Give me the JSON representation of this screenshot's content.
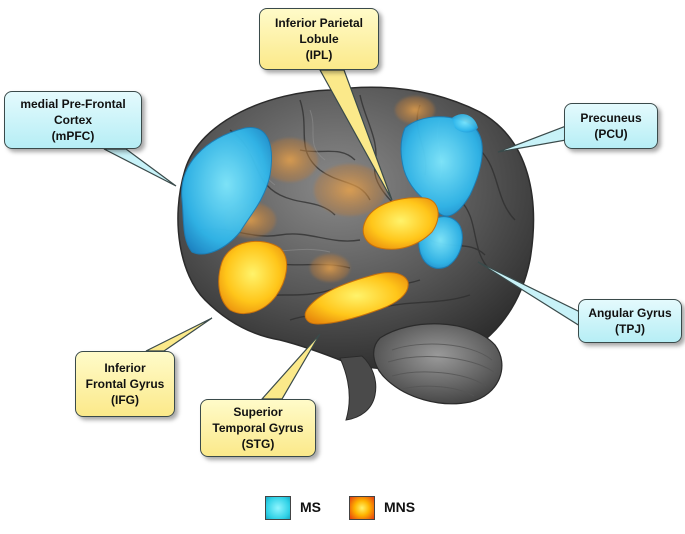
{
  "labels": {
    "ipl": [
      "Inferior Parietal",
      "Lobule",
      "(IPL)"
    ],
    "mpfc": [
      "medial Pre-Frontal",
      "Cortex",
      "(mPFC)"
    ],
    "pcu": [
      "Precuneus",
      "(PCU)"
    ],
    "tpj": [
      "Angular Gyrus",
      "(TPJ)"
    ],
    "ifg": [
      "Inferior",
      "Frontal Gyrus",
      "(IFG)"
    ],
    "stg": [
      "Superior",
      "Temporal Gyrus",
      "(STG)"
    ]
  },
  "legend": {
    "ms": {
      "label": "MS",
      "color": "#2fd1e6"
    },
    "mns": {
      "label": "MNS",
      "color": "#ffb400"
    }
  },
  "colors": {
    "brain": "#5a5a5a",
    "ms_region": "#38c8ee",
    "mns_region": "#ffc20e",
    "callout_blue": "#b6eef5",
    "callout_yellow": "#fbe98a"
  }
}
